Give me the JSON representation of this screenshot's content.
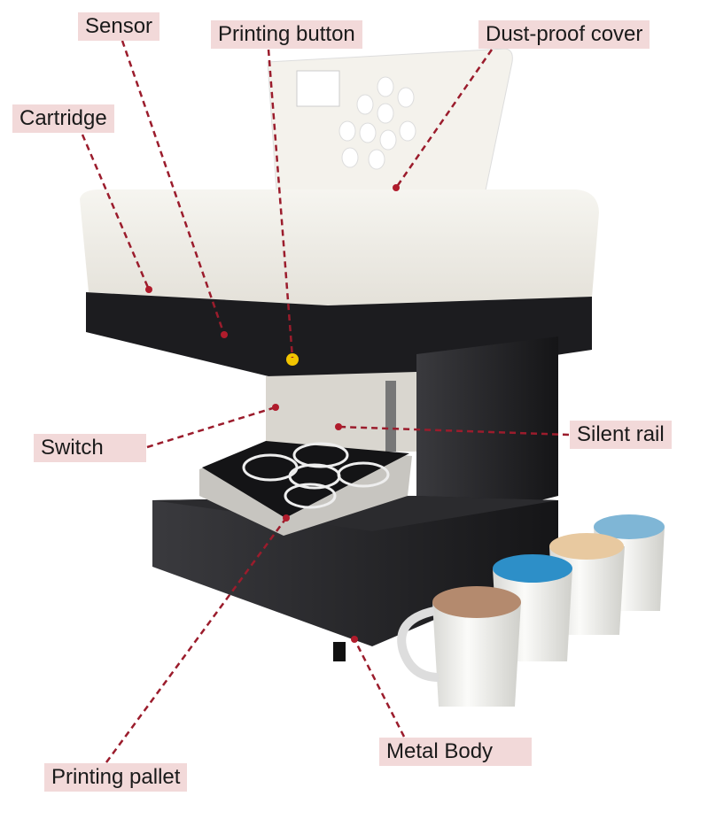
{
  "labels": {
    "sensor": "Sensor",
    "printing_button": "Printing button",
    "dust_proof_cover": "Dust-proof cover",
    "cartridge": "Cartridge",
    "switch": "Switch",
    "silent_rail": "Silent rail",
    "metal_body": "Metal Body",
    "printing_pallet": "Printing pallet"
  },
  "colors": {
    "label_bg": "#f2d9d9",
    "leader_line": "#9b1c2c",
    "printer_top": "#f1efe9",
    "printer_body": "#1f1f22"
  }
}
